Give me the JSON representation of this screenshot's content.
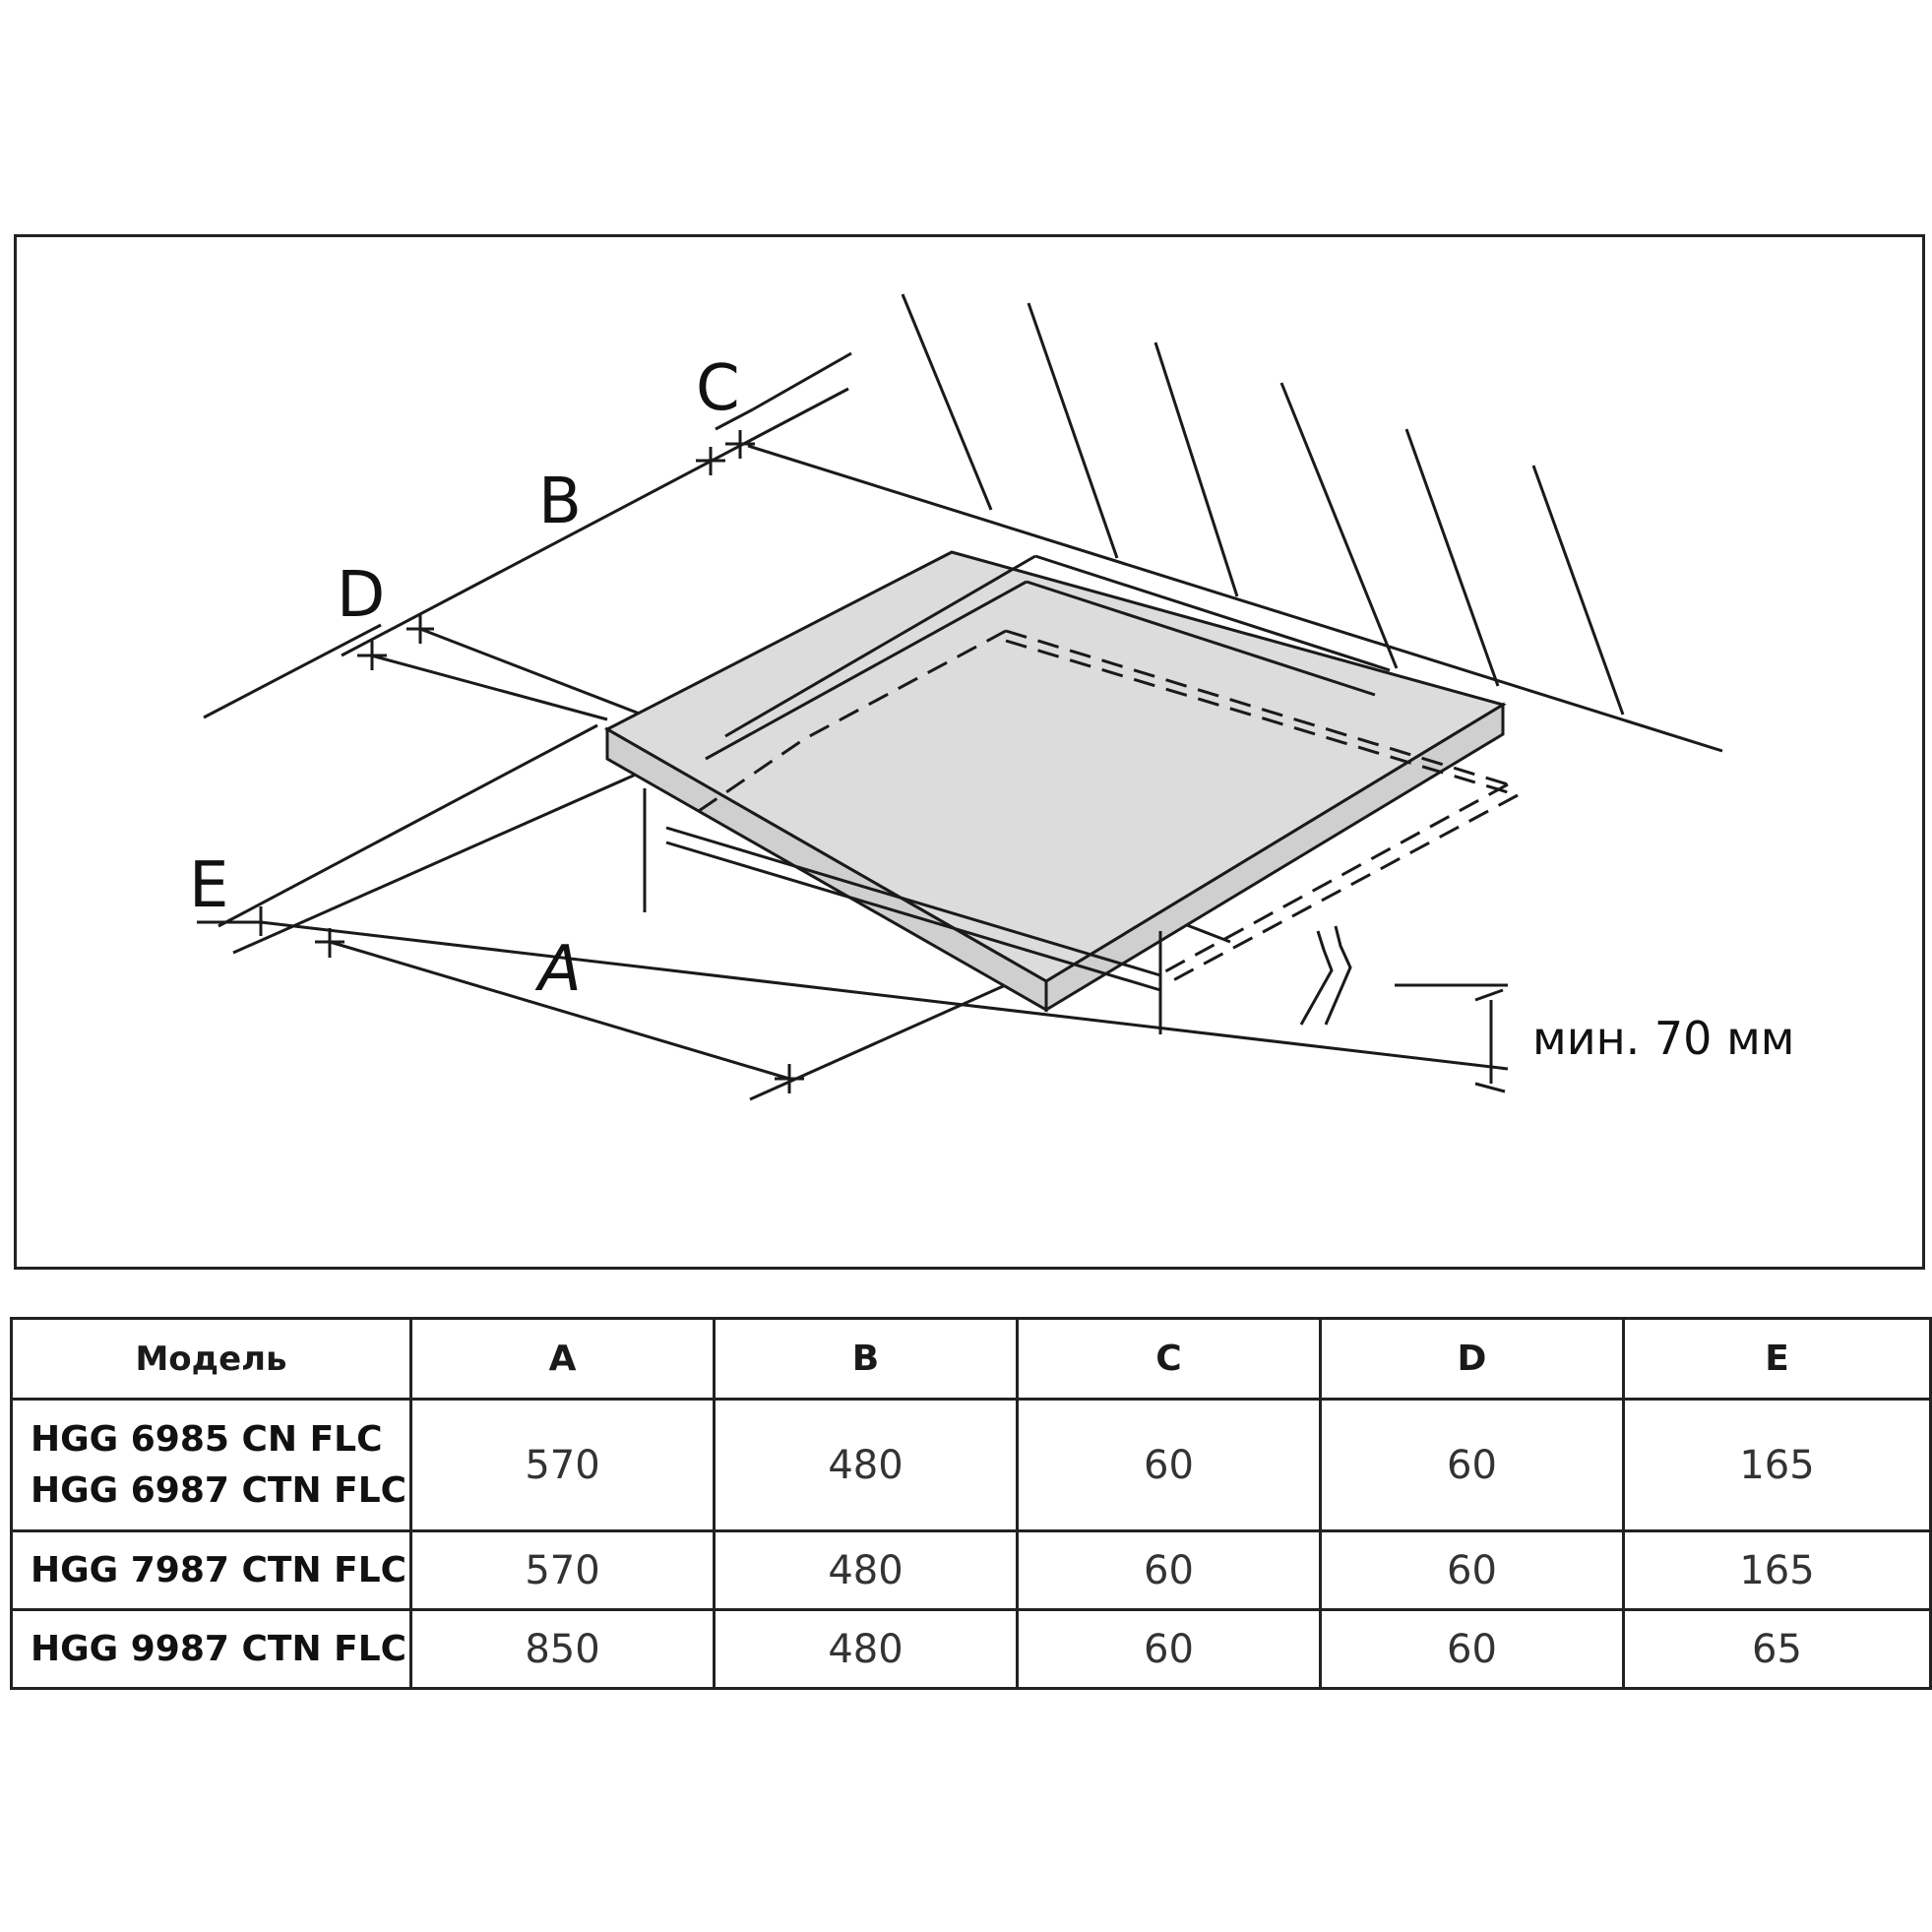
{
  "diagram": {
    "labels": {
      "a": "A",
      "b": "B",
      "c": "C",
      "d": "D",
      "e": "E"
    },
    "min_gap_label": "мин. 70 мм"
  },
  "table": {
    "headers": [
      "Модель",
      "A",
      "B",
      "C",
      "D",
      "E"
    ],
    "rows": [
      {
        "models": [
          "HGG 6985 CN FLC",
          "HGG 6987 CTN FLC"
        ],
        "values": [
          "570",
          "480",
          "60",
          "60",
          "165"
        ]
      },
      {
        "models": [
          "HGG 7987 CTN FLC"
        ],
        "values": [
          "570",
          "480",
          "60",
          "60",
          "165"
        ]
      },
      {
        "models": [
          "HGG 9987 CTN FLC"
        ],
        "values": [
          "850",
          "480",
          "60",
          "60",
          "65"
        ]
      }
    ]
  }
}
